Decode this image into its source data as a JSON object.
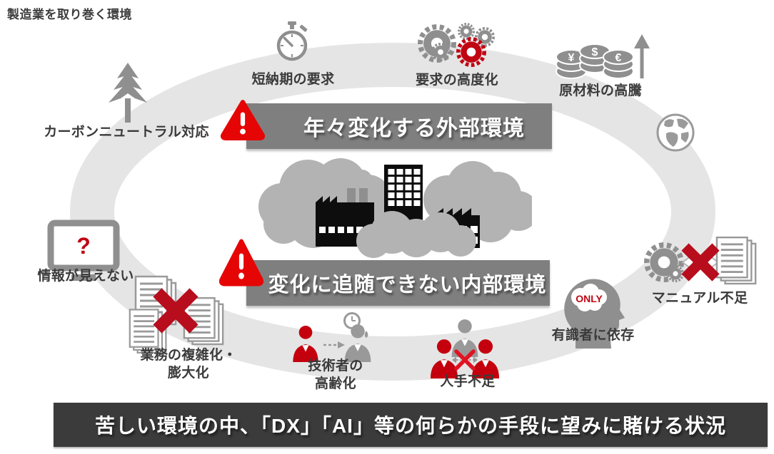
{
  "title": "製造業を取り巻く環境",
  "banners": {
    "external": "年々変化する外部環境",
    "internal": "変化に追随できない内部環境",
    "conclusion": "苦しい環境の中、「DX」「AI」等の何らかの手段に望みに賭ける状況"
  },
  "labels": {
    "carbon_neutral": "カーボンニュートラル対応",
    "short_delivery": "短納期の要求",
    "advanced_requirements": "要求の高度化",
    "raw_material_surge": "原材料の高騰",
    "manual_shortage": "マニュアル不足",
    "expert_dependency": "有識者に依存",
    "labor_shortage": "人手不足",
    "engineer_aging": "技術者の\n高齢化",
    "work_complexity": "業務の複雑化・\n膨大化",
    "information_invisible": "情報が見えない"
  },
  "icon_texts": {
    "only": "ONLY",
    "question": "?",
    "yen": "¥",
    "dollar": "$",
    "euro": "€"
  },
  "icons": {
    "tree": "evergreen-tree",
    "stopwatch": "stopwatch",
    "gears": "gear-cluster-one-red",
    "coins": "coin-stacks-with-up-arrow",
    "globe": "globe",
    "monitor": "monitor-with-question-mark",
    "documents_x": "document-stacks-crossed-out",
    "aging": "worker-aging-with-clock",
    "people_x": "team-with-missing-member",
    "brain": "head-profile-brain-only",
    "gear_x_docs": "gear-vs-documents-crossed",
    "warning": "warning-triangle"
  },
  "colors": {
    "ring": "#e5e5e5",
    "banner_gray": "#7f7f7f",
    "banner_dark": "#3b3b3b",
    "warning_red": "#e60505",
    "accent_red": "#c00613",
    "cross_red": "#b70d1d",
    "bright_cross_red": "#e01322",
    "icon_gray": "#8f8f8f",
    "cloud_gray": "#b3b3b3",
    "factory_black": "#0d0d0d",
    "label_text": "#3a3a3a"
  }
}
